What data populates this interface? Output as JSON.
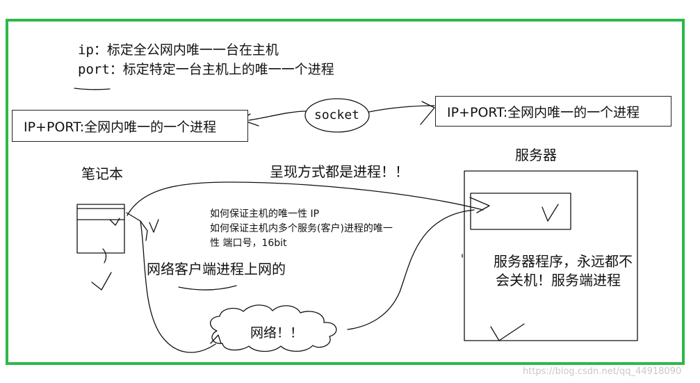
{
  "header": {
    "ip_line": "ip：标定全公网内唯一一台在主机",
    "port_line": "port：标定特定一台主机上的唯一一个进程"
  },
  "left_box": {
    "label": "IP+PORT:全网内唯一的一个进程"
  },
  "right_box": {
    "label": "IP+PORT:全网内唯一的一个进程"
  },
  "socket_label": "socket",
  "laptop_label": "笔记本",
  "server_label": "服务器",
  "process_note": "呈现方式都是进程！！",
  "center_note": {
    "line1": "如何保证主机的唯一性 IP",
    "line2": "如何保证主机内多个服务(客户)进程的唯一",
    "line3": "性 端口号，16bit"
  },
  "client_note": "网络客户端进程上网的",
  "server_note": {
    "line1": "服务器程序，永远都不",
    "line2": "会关机！服务端进程"
  },
  "cloud_label": "网络！！",
  "watermark": "https://blog.csdn.net/qq_44918090",
  "colors": {
    "frame": "#2db84a",
    "ink": "#111111"
  }
}
